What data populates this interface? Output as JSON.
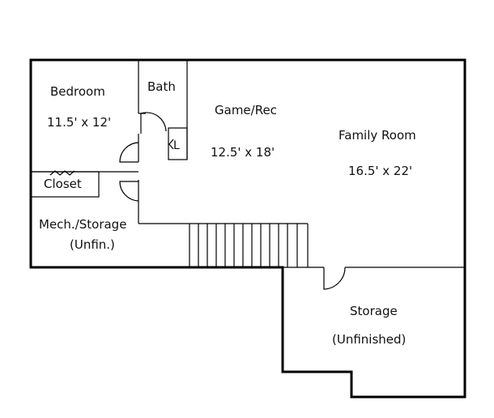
{
  "rooms": {
    "bedroom": {
      "name": "Bedroom",
      "size": "11.5' x 12'"
    },
    "bath": {
      "name": "Bath"
    },
    "laundry": {
      "name": "L"
    },
    "closet": {
      "name": "Closet"
    },
    "mech": {
      "name": "Mech./Storage",
      "note": "(Unfin.)"
    },
    "game": {
      "name": "Game/Rec",
      "size": "12.5' x 18'"
    },
    "family": {
      "name": "Family Room",
      "size": "16.5' x 22'"
    },
    "storage": {
      "name": "Storage",
      "note": "(Unfinished)"
    }
  }
}
